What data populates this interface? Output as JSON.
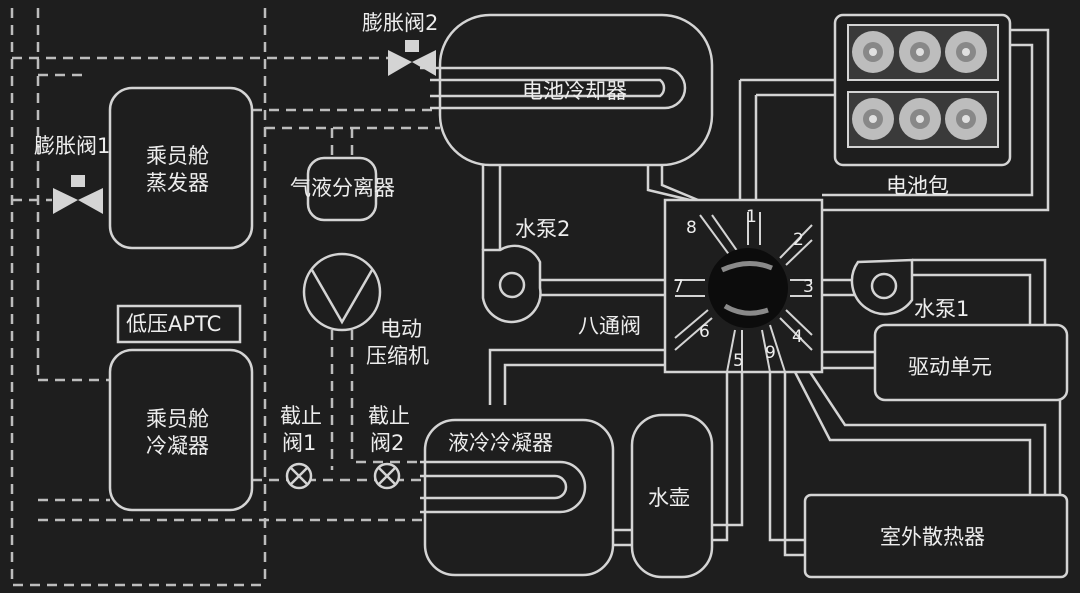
{
  "labels": {
    "expansion_valve_2": "膨胀阀2",
    "battery_chiller": "电池冷却器",
    "battery_pack": "电池包",
    "expansion_valve_1": "膨胀阀1",
    "cabin_evaporator_l1": "乘员舱",
    "cabin_evaporator_l2": "蒸发器",
    "gas_liquid_separator": "气液分离器",
    "water_pump_2": "水泵2",
    "eight_way_valve": "八通阀",
    "water_pump_1": "水泵1",
    "low_pressure_aptc": "低压APTC",
    "electric_compressor_l1": "电动",
    "electric_compressor_l2": "压缩机",
    "drive_unit": "驱动单元",
    "cabin_condenser_l1": "乘员舱",
    "cabin_condenser_l2": "冷凝器",
    "shutoff_valve_1_l1": "截止",
    "shutoff_valve_1_l2": "阀1",
    "shutoff_valve_2_l1": "截止",
    "shutoff_valve_2_l2": "阀2",
    "liquid_cooled_condenser": "液冷冷凝器",
    "water_tank": "水壶",
    "outdoor_radiator": "室外散热器"
  },
  "valve_ports": [
    "1",
    "2",
    "3",
    "4",
    "5",
    "6",
    "7",
    "8",
    "9"
  ]
}
